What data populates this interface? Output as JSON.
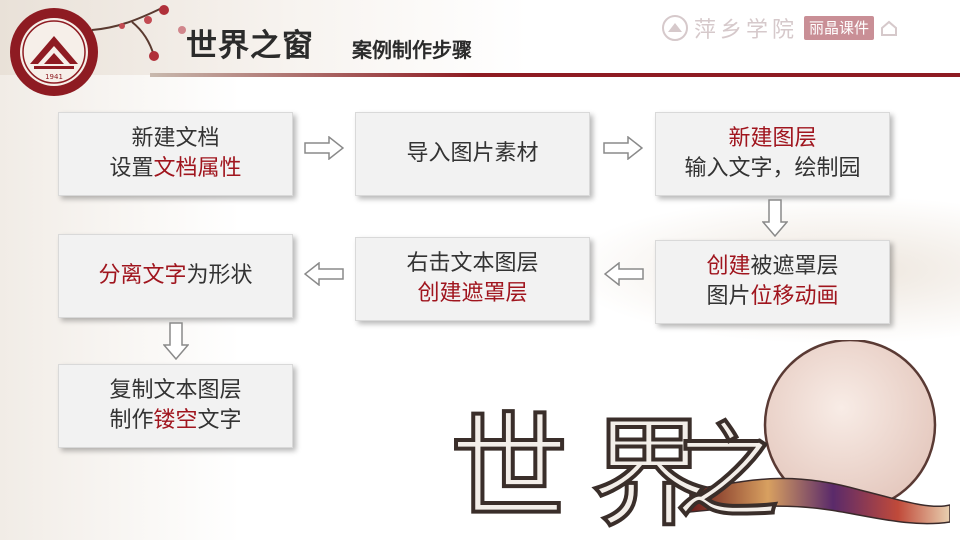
{
  "header": {
    "title": "世界之窗",
    "subtitle": "案例制作步骤",
    "school_name": "萍乡学院",
    "badge": "丽晶课件"
  },
  "steps": [
    {
      "id": "step-1",
      "lines": [
        [
          {
            "t": "新建文档",
            "hl": false
          }
        ],
        [
          {
            "t": "设置",
            "hl": false
          },
          {
            "t": "文档属性",
            "hl": true
          }
        ]
      ]
    },
    {
      "id": "step-2",
      "lines": [
        [
          {
            "t": "导入图片素材",
            "hl": false
          }
        ]
      ]
    },
    {
      "id": "step-3",
      "lines": [
        [
          {
            "t": "新建图层",
            "hl": true
          }
        ],
        [
          {
            "t": "输入文字，绘制园",
            "hl": false
          }
        ]
      ]
    },
    {
      "id": "step-4",
      "lines": [
        [
          {
            "t": "创建",
            "hl": true
          },
          {
            "t": "被遮罩层",
            "hl": false
          }
        ],
        [
          {
            "t": "图片",
            "hl": false
          },
          {
            "t": "位移动画",
            "hl": true
          }
        ]
      ]
    },
    {
      "id": "step-5",
      "lines": [
        [
          {
            "t": "右击文本图层",
            "hl": false
          }
        ],
        [
          {
            "t": "创建遮罩层",
            "hl": true
          }
        ]
      ]
    },
    {
      "id": "step-6",
      "lines": [
        [
          {
            "t": "分离文字",
            "hl": true
          },
          {
            "t": "为形状",
            "hl": false
          }
        ]
      ]
    },
    {
      "id": "step-7",
      "lines": [
        [
          {
            "t": "复制文本图层",
            "hl": false
          }
        ],
        [
          {
            "t": "制作",
            "hl": false
          },
          {
            "t": "镂空",
            "hl": true
          },
          {
            "t": "文字",
            "hl": false
          }
        ]
      ]
    }
  ],
  "decoration": {
    "chars": [
      "世",
      "界",
      "之"
    ]
  },
  "logo": {
    "year": "1941"
  },
  "colors": {
    "accent": "#a0151e",
    "box_bg": "#f2f2f2",
    "text": "#333333"
  }
}
